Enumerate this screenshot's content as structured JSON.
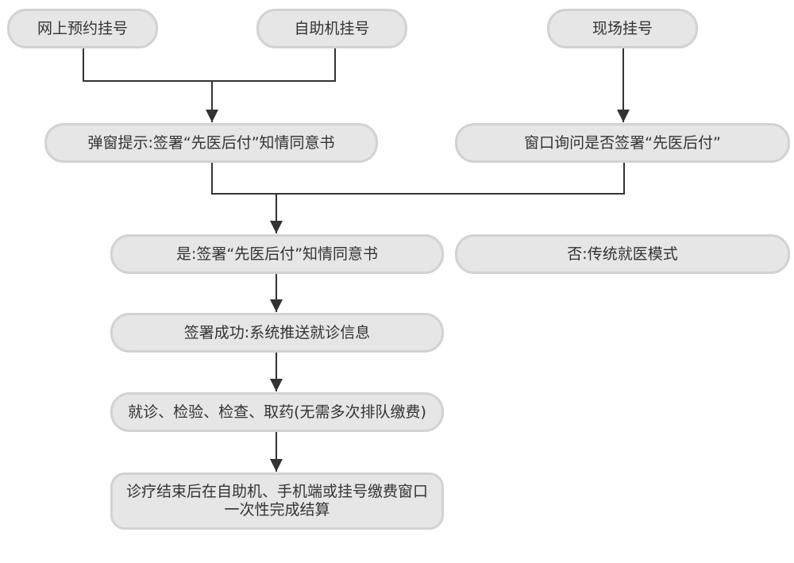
{
  "flowchart": {
    "nodes": {
      "online_booking": "网上预约挂号",
      "kiosk_registration": "自助机挂号",
      "onsite_registration": "现场挂号",
      "popup_prompt": "弹窗提示:签署“先医后付”知情同意书",
      "window_inquiry": "窗口询问是否签署“先医后付”",
      "yes_sign": "是:签署“先医后付”知情同意书",
      "no_traditional": "否:传统就医模式",
      "sign_success": "签署成功:系统推送就诊信息",
      "visit_steps": "就诊、检验、检查、取药(无需多次排队缴费)",
      "final_settlement_line1": "诊疗结束后在自助机、手机端或挂号缴费窗口",
      "final_settlement_line2": "一次性完成结算"
    },
    "edges": [
      {
        "from": "online_booking",
        "to": "popup_prompt"
      },
      {
        "from": "kiosk_registration",
        "to": "popup_prompt"
      },
      {
        "from": "onsite_registration",
        "to": "window_inquiry"
      },
      {
        "from": "popup_prompt",
        "to": "yes_sign"
      },
      {
        "from": "window_inquiry",
        "to": "yes_sign"
      },
      {
        "from": "yes_sign",
        "to": "sign_success"
      },
      {
        "from": "sign_success",
        "to": "visit_steps"
      },
      {
        "from": "visit_steps",
        "to": "final_settlement"
      }
    ]
  },
  "colors": {
    "node_fill": "#e6e6e6",
    "node_border": "#d2d2d2",
    "text": "#333333",
    "connector": "#333333"
  }
}
